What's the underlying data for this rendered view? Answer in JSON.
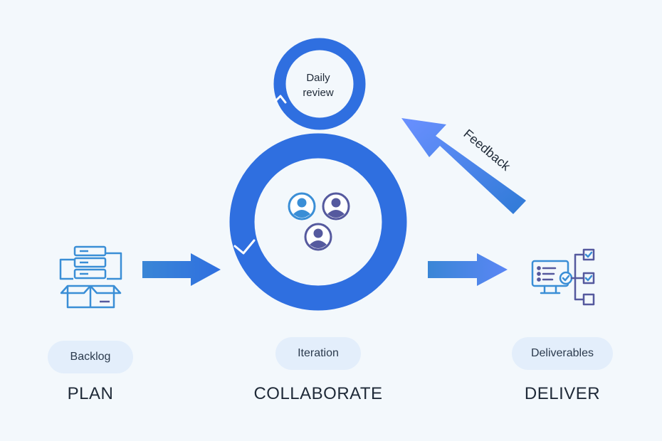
{
  "colors": {
    "background": "#f3f8fc",
    "primary": "#2f6fe0",
    "arrow_light": "#5b86f5",
    "arrow_dark": "#2f7ad6",
    "icon_blue": "#3a8ed6",
    "icon_purple": "#55599e",
    "pill": "#e3eefb"
  },
  "daily_review": {
    "label_line1": "Daily",
    "label_line2": "review"
  },
  "feedback": {
    "label": "Feedback"
  },
  "stages": {
    "plan": {
      "pill_label": "Backlog",
      "phase_label": "PLAN",
      "icon": "backlog-box-icon"
    },
    "collaborate": {
      "pill_label": "Iteration",
      "phase_label": "COLLABORATE",
      "icon": "team-icon"
    },
    "deliver": {
      "pill_label": "Deliverables",
      "phase_label": "DELIVER",
      "icon": "deliverables-checklist-icon"
    }
  }
}
